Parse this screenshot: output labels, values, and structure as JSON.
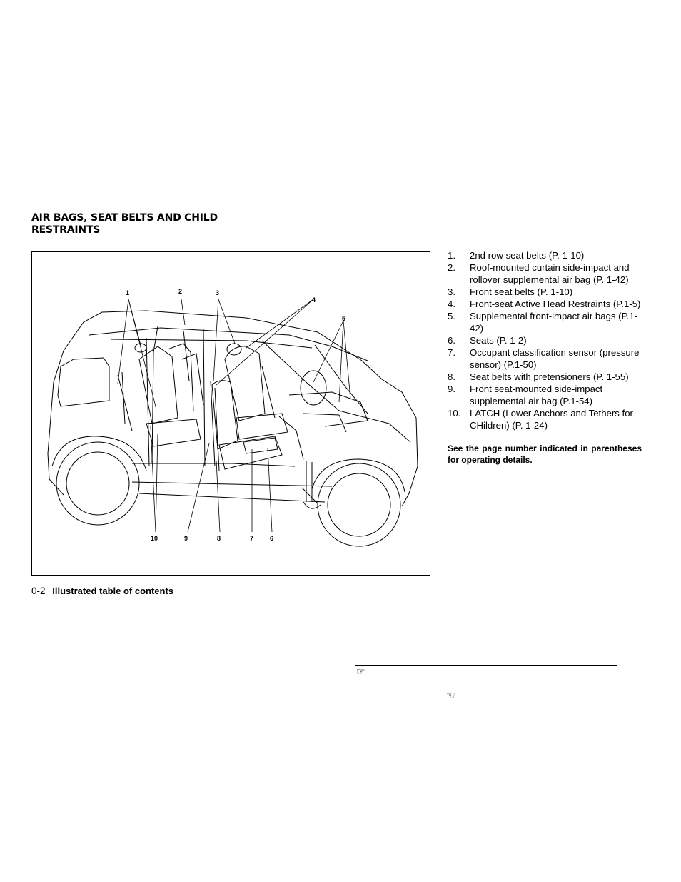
{
  "section": {
    "title": "AIR BAGS, SEAT BELTS AND CHILD RESTRAINTS"
  },
  "figure": {
    "callouts": [
      "1",
      "2",
      "3",
      "4",
      "5",
      "10",
      "9",
      "8",
      "7",
      "6"
    ]
  },
  "legend": [
    {
      "num": "1.",
      "text": "2nd row seat belts (P. 1-10)"
    },
    {
      "num": "2.",
      "text": "Roof-mounted curtain side-impact and rollover supplemental air bag (P. 1-42)"
    },
    {
      "num": "3.",
      "text": "Front seat belts (P. 1-10)"
    },
    {
      "num": "4.",
      "text": "Front-seat Active Head Restraints (P.1-5)"
    },
    {
      "num": "5.",
      "text": "Supplemental front-impact air bags (P.1-42)"
    },
    {
      "num": "6.",
      "text": "Seats (P. 1-2)"
    },
    {
      "num": "7.",
      "text": "Occupant classification sensor (pressure sensor) (P.1-50)"
    },
    {
      "num": "8.",
      "text": "Seat belts with pretensioners (P. 1-55)"
    },
    {
      "num": "9.",
      "text": "Front seat-mounted side-impact supplemental air bag (P.1-54)"
    },
    {
      "num": "10.",
      "text": "LATCH (Lower Anchors and Tethers for CHildren) (P. 1-24)"
    }
  ],
  "note": "See the page number indicated in parentheses for operating details.",
  "footer": {
    "page_number": "0-2",
    "title": "Illustrated table of contents"
  },
  "reference_box": {
    "icons": [
      "pointing-hand-icon",
      "pointing-hand-icon"
    ]
  }
}
